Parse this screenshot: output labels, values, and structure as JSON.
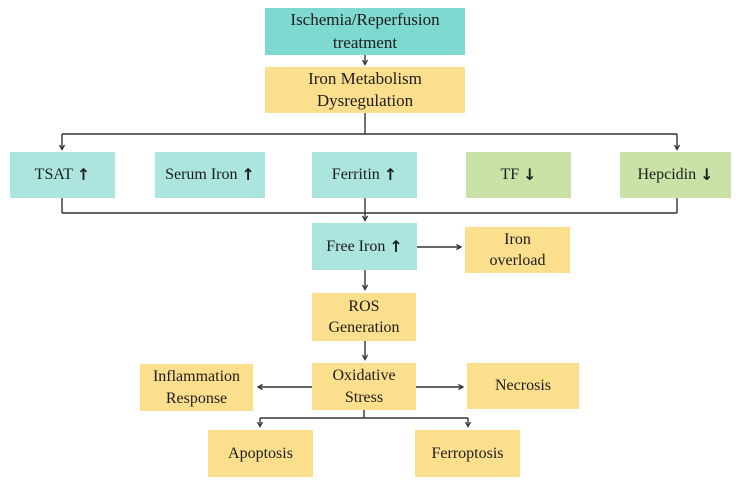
{
  "colors": {
    "teal": "#7ed9d0",
    "teal_light": "#abe5de",
    "green": "#cbe2a6",
    "yellow": "#fbdf8d",
    "line": "#333333",
    "text": "#1c1c1c"
  },
  "nodes": {
    "ischemia": {
      "label": "Ischemia/Reperfusion\ntreatment",
      "fill": "teal"
    },
    "dysregulation": {
      "label": "Iron Metabolism\nDysregulation",
      "fill": "yellow"
    },
    "tsat": {
      "label": "TSAT",
      "indicator": "↑",
      "fill": "teal_light"
    },
    "serum_iron": {
      "label": "Serum Iron",
      "indicator": "↑",
      "fill": "teal_light"
    },
    "ferritin": {
      "label": "Ferritin",
      "indicator": "↑",
      "fill": "teal_light"
    },
    "tf": {
      "label": "TF",
      "indicator": "↓",
      "fill": "green"
    },
    "hepcidin": {
      "label": "Hepcidin",
      "indicator": "↓",
      "fill": "green"
    },
    "free_iron": {
      "label": "Free Iron",
      "indicator": "↑",
      "fill": "teal_light"
    },
    "iron_overload": {
      "label": "Iron\noverload",
      "fill": "yellow"
    },
    "ros": {
      "label": "ROS\nGeneration",
      "fill": "yellow"
    },
    "oxidative": {
      "label": "Oxidative\nStress",
      "fill": "yellow"
    },
    "inflammation": {
      "label": "Inflammation\nResponse",
      "fill": "yellow"
    },
    "necrosis": {
      "label": "Necrosis",
      "fill": "yellow"
    },
    "apoptosis": {
      "label": "Apoptosis",
      "fill": "yellow"
    },
    "ferroptosis": {
      "label": "Ferroptosis",
      "fill": "yellow"
    }
  }
}
